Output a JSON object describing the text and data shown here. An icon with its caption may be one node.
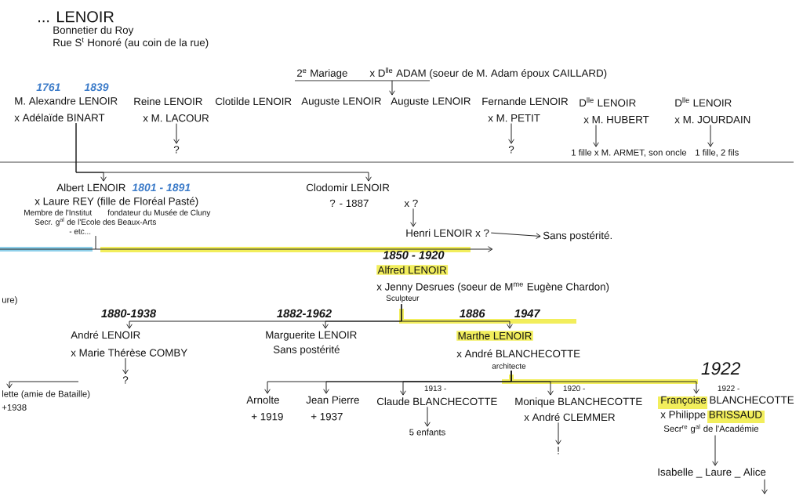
{
  "diagram": {
    "nodes": [
      {
        "text": [
          "... LENOIR",
          "Bonnetier du Roy",
          "Rue S$^{t}$ Honoré (au coin de la rue)"
        ]
      },
      {
        "text": [
          "2$^{e}$ Mariage",
          "x D$^{lle}$ ADAM (soeur de M. Adam époux CAILLARD)"
        ]
      },
      {
        "text": [
          "1761",
          "1839",
          "M. Alexandre LENOIR",
          "x Adélaïde BINART"
        ]
      },
      {
        "text": [
          "Reine LENOIR",
          "x M. LACOUR"
        ]
      },
      {
        "text": [
          "?"
        ]
      },
      {
        "text": [
          "Clotilde LENOIR"
        ]
      },
      {
        "text": [
          "Auguste LENOIR"
        ]
      },
      {
        "text": [
          "Auguste LENOIR"
        ]
      },
      {
        "text": [
          "Fernande LENOIR",
          "x M. PETIT"
        ]
      },
      {
        "text": [
          "?"
        ]
      },
      {
        "text": [
          "D$^{lle}$ LENOIR",
          "x M. HUBERT"
        ]
      },
      {
        "text": [
          "1 fille x M. ARMET, son oncle"
        ]
      },
      {
        "text": [
          "D$^{lle}$ LENOIR",
          "x M. JOURDAIN"
        ]
      },
      {
        "text": [
          "1 fille, 2 fils"
        ]
      },
      {
        "text": [
          "Albert LENOIR",
          "1801 - 1891",
          "x Laure REY (fille de Floréal Pasté)",
          "Membre de l'Institut",
          "fondateur du Musée de Cluny",
          "Secr. g$^{al}$ de l'Ecole des Beaux-Arts",
          "- etc..."
        ]
      },
      {
        "text": [
          "Clodomir LENOIR",
          "? - 1887",
          "x ?"
        ]
      },
      {
        "text": [
          "Henri LENOIR x ?"
        ]
      },
      {
        "text": [
          "Sans postérité."
        ]
      },
      {
        "text": [
          "1850 - 1920",
          "Alfred LENOIR",
          "x Jenny Desrues (soeur de M$^{me}$ Eugène Chardon)",
          "Sculpteur"
        ]
      },
      {
        "text": [
          "André LENOIR",
          "x Marie Thérèse COMBY"
        ],
        "beside": [
          "1880-1938"
        ]
      },
      {
        "text": [
          "?"
        ]
      },
      {
        "text": [
          "Marguerite LENOIR",
          "Sans postérité"
        ],
        "beside": [
          "1882-1962"
        ]
      },
      {
        "text": [
          "Marthe LENOIR",
          "x André BLANCHECOTTE",
          "architecte"
        ],
        "beside": [
          "1886",
          "1947"
        ]
      },
      {
        "text": [
          "lette (amie de Bataille)",
          "+1938"
        ]
      },
      {
        "text": [
          "Arnolte",
          "+ 1919"
        ]
      },
      {
        "text": [
          "Jean Pierre",
          "+ 1937"
        ]
      },
      {
        "text": [
          "Claude BLANCHECOTTE"
        ],
        "beside": [
          "1913 -"
        ]
      },
      {
        "text": [
          "5 enfants"
        ]
      },
      {
        "text": [
          "Monique BLANCHECOTTE",
          "x André CLEMMER"
        ],
        "beside": [
          "1920 -"
        ]
      },
      {
        "text": [
          "!"
        ]
      },
      {
        "text": [
          "Françoise BLANCHECOTTE",
          "x Philippe BRISSAUD",
          "Secr$^{re}$ g$^{al}$ de l'Académie"
        ],
        "beside": [
          "1922",
          "1922 -"
        ]
      },
      {
        "text": [
          "Isabelle _ Laure _ Alice"
        ]
      }
    ],
    "edges": [
      {
        "from": 1,
        "to": 7,
        "arrow": "to"
      },
      {
        "from": 2,
        "to": 14,
        "arrow": "to"
      },
      {
        "from": 2,
        "to": 15,
        "arrow": "to"
      },
      {
        "from": 3,
        "to": 4,
        "arrow": "to"
      },
      {
        "from": 8,
        "to": 9,
        "arrow": "to"
      },
      {
        "from": 10,
        "to": 11,
        "arrow": "to"
      },
      {
        "from": 12,
        "to": 13,
        "arrow": "to"
      },
      {
        "from": 15,
        "to": 16,
        "arrow": "to"
      },
      {
        "from": 16,
        "to": 17,
        "arrow": "to"
      },
      {
        "from": 14,
        "to": 18,
        "arrow": "to"
      },
      {
        "from": 18,
        "to": 19,
        "arrow": "to"
      },
      {
        "from": 18,
        "to": 21,
        "arrow": "to"
      },
      {
        "from": 18,
        "to": 22,
        "arrow": "to"
      },
      {
        "from": 19,
        "to": 20,
        "arrow": "to"
      },
      {
        "from": null,
        "to": 23,
        "arrow": "to"
      },
      {
        "from": 22,
        "to": 24,
        "arrow": "to"
      },
      {
        "from": 22,
        "to": 25,
        "arrow": "to"
      },
      {
        "from": 22,
        "to": 26,
        "arrow": "to"
      },
      {
        "from": 22,
        "to": 28,
        "arrow": "to"
      },
      {
        "from": 22,
        "to": 30,
        "arrow": "to"
      },
      {
        "from": 26,
        "to": 27,
        "arrow": "to"
      },
      {
        "from": 28,
        "to": 29,
        "arrow": "to"
      },
      {
        "from": 30,
        "to": 31,
        "arrow": "to"
      },
      {
        "from": 31,
        "to": null,
        "arrow": "to"
      }
    ],
    "labels": [
      "ure)"
    ]
  }
}
